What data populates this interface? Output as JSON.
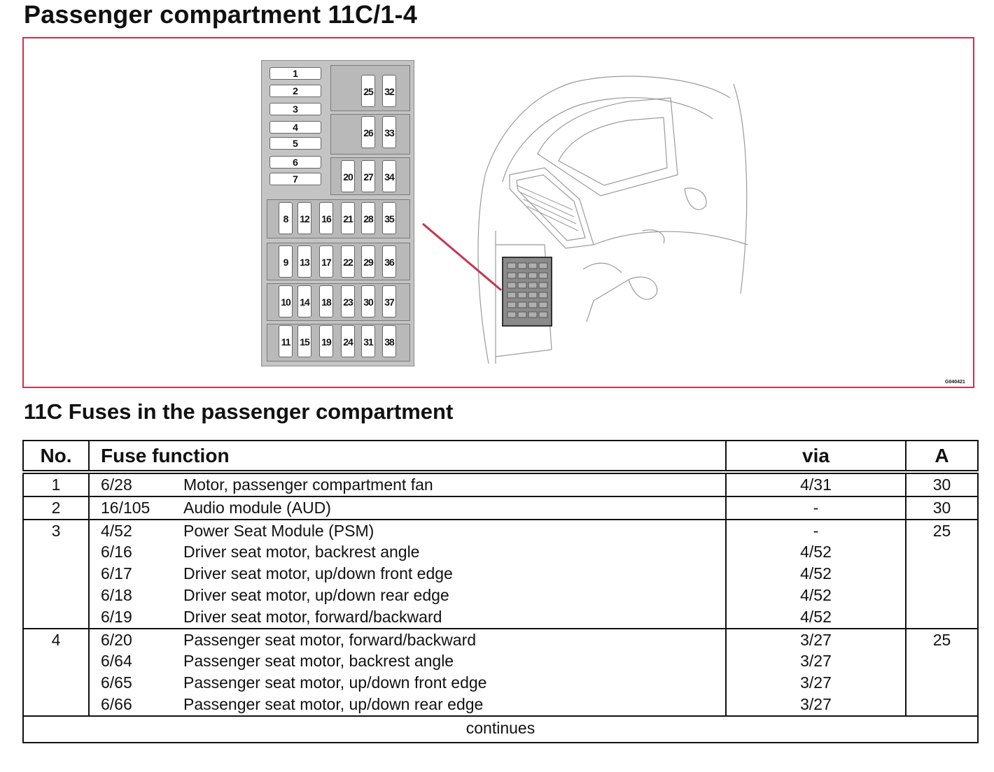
{
  "page": {
    "title": "Passenger compartment 11C/1-4",
    "section_title": "11C Fuses in the passenger compartment",
    "figure_code": "G040421"
  },
  "diagram": {
    "fuses_horizontal": [
      "1",
      "2",
      "3",
      "4",
      "5",
      "6",
      "7"
    ],
    "fuses_vertical": [
      "25",
      "32",
      "26",
      "33",
      "20",
      "27",
      "34",
      "8",
      "12",
      "16",
      "21",
      "28",
      "35",
      "9",
      "13",
      "17",
      "22",
      "29",
      "36",
      "10",
      "14",
      "18",
      "23",
      "30",
      "37",
      "11",
      "15",
      "19",
      "24",
      "31",
      "38"
    ],
    "callout_color": "#c8334f"
  },
  "table": {
    "headers": {
      "no": "No.",
      "function": "Fuse function",
      "via": "via",
      "amp": "A"
    },
    "rows": [
      {
        "no": "1",
        "amp": "30",
        "lines": [
          {
            "code": "6/28",
            "text": "Motor, passenger compartment fan",
            "via": "4/31"
          }
        ]
      },
      {
        "no": "2",
        "amp": "30",
        "lines": [
          {
            "code": "16/105",
            "text": "Audio module (AUD)",
            "via": "-"
          }
        ]
      },
      {
        "no": "3",
        "amp": "25",
        "lines": [
          {
            "code": "4/52",
            "text": "Power Seat Module (PSM)",
            "via": "-"
          },
          {
            "code": "6/16",
            "text": "Driver seat motor, backrest angle",
            "via": "4/52"
          },
          {
            "code": "6/17",
            "text": "Driver seat motor, up/down front edge",
            "via": "4/52"
          },
          {
            "code": "6/18",
            "text": "Driver seat motor, up/down rear edge",
            "via": "4/52"
          },
          {
            "code": "6/19",
            "text": "Driver seat motor, forward/backward",
            "via": "4/52"
          }
        ]
      },
      {
        "no": "4",
        "amp": "25",
        "lines": [
          {
            "code": "6/20",
            "text": "Passenger seat motor, forward/backward",
            "via": "3/27"
          },
          {
            "code": "6/64",
            "text": "Passenger seat motor, backrest angle",
            "via": "3/27"
          },
          {
            "code": "6/65",
            "text": "Passenger seat motor, up/down front edge",
            "via": "3/27"
          },
          {
            "code": "6/66",
            "text": "Passenger seat motor, up/down rear edge",
            "via": "3/27"
          }
        ]
      }
    ],
    "footer": "continues"
  }
}
